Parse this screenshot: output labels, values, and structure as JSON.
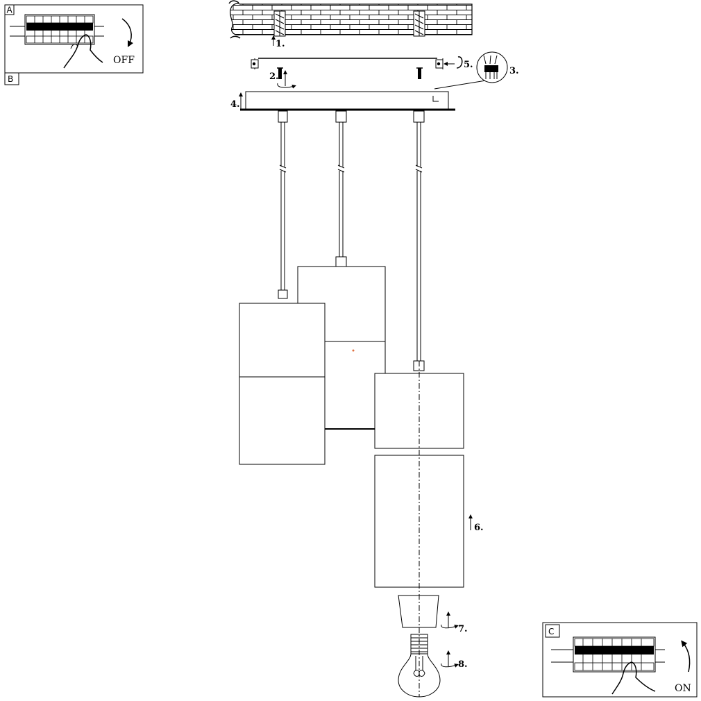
{
  "panels": {
    "a": {
      "tag": "A",
      "sub_tag": "B",
      "state": "OFF"
    },
    "c": {
      "tag": "C",
      "state": "ON"
    }
  },
  "steps": [
    {
      "id": "1",
      "label": "1."
    },
    {
      "id": "2",
      "label": "2."
    },
    {
      "id": "3",
      "label": "3."
    },
    {
      "id": "4",
      "label": "4."
    },
    {
      "id": "5",
      "label": "5."
    },
    {
      "id": "6",
      "label": "6."
    },
    {
      "id": "7",
      "label": "7."
    },
    {
      "id": "8",
      "label": "8."
    }
  ]
}
